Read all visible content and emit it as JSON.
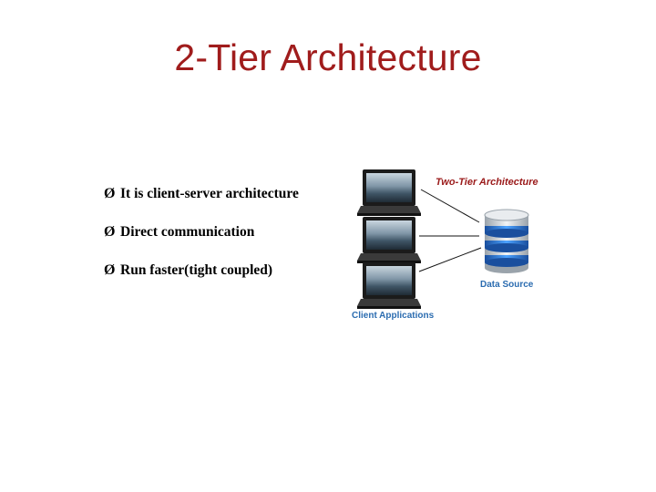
{
  "slide": {
    "title": "2-Tier Architecture"
  },
  "bullets": {
    "marker": "Ø",
    "items": [
      "It is client-server architecture",
      "Direct communication",
      "Run faster(tight coupled)"
    ]
  },
  "diagram": {
    "title": "Two-Tier Architecture",
    "data_source_label": "Data Source",
    "clients_label": "Client Applications",
    "icons": [
      "laptop-icon",
      "laptop-icon",
      "laptop-icon",
      "database-icon"
    ],
    "colors": {
      "title": "#9b1b1b",
      "labels": "#2b6cb0",
      "database": "#1f6fd1",
      "slide_title": "#a01c1c"
    }
  }
}
